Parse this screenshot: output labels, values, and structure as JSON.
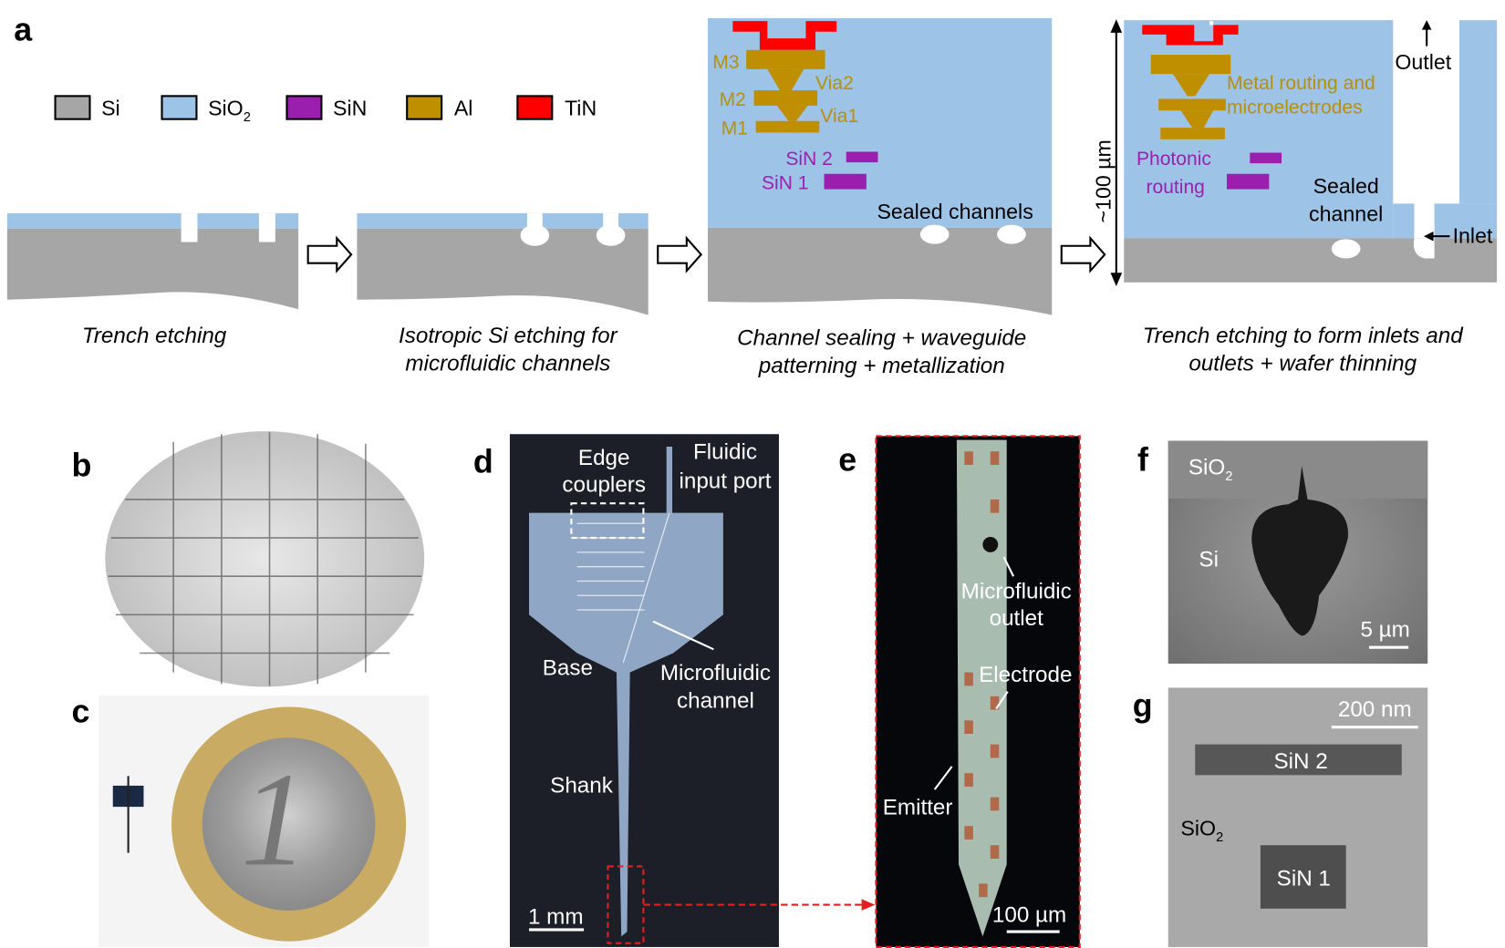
{
  "panels": {
    "a": "a",
    "b": "b",
    "c": "c",
    "d": "d",
    "e": "e",
    "f": "f",
    "g": "g"
  },
  "legend": [
    {
      "label": "Si",
      "color": "#a6a6a6"
    },
    {
      "label": "SiO",
      "sub": "2",
      "color": "#9dc3e6"
    },
    {
      "label": "SiN",
      "color": "#9b1fae"
    },
    {
      "label": "Al",
      "color": "#bf8f00"
    },
    {
      "label": "TiN",
      "color": "#ff0000"
    }
  ],
  "steps": {
    "s1": [
      "Trench etching"
    ],
    "s2": [
      "Isotropic Si etching for",
      "microfluidic channels"
    ],
    "s3": [
      "Channel sealing + waveguide",
      "patterning + metallization"
    ],
    "s4": [
      "Trench etching to form inlets and",
      "outlets + wafer thinning"
    ]
  },
  "step3": {
    "m3": "M3",
    "m2": "M2",
    "m1": "M1",
    "via2": "Via2",
    "via1": "Via1",
    "sin2": "SiN 2",
    "sin1": "SiN 1",
    "sealed": "Sealed channels"
  },
  "step4": {
    "metal": [
      "Metal routing and",
      "microelectrodes"
    ],
    "photonic": [
      "Photonic",
      "routing"
    ],
    "sealed": [
      "Sealed",
      "channel"
    ],
    "outlet": "Outlet",
    "inlet": "Inlet",
    "thickness": "~100 µm"
  },
  "d": {
    "edge": [
      "Edge",
      "couplers"
    ],
    "fluidic": [
      "Fluidic",
      "input port"
    ],
    "base": "Base",
    "channel": [
      "Microfluidic",
      "channel"
    ],
    "shank": "Shank",
    "scale": "1 mm"
  },
  "e": {
    "outlet": [
      "Microfluidic",
      "outlet"
    ],
    "electrode": "Electrode",
    "emitter": "Emitter",
    "scale": "100 µm"
  },
  "f": {
    "sio2": "SiO",
    "sub": "2",
    "si": "Si",
    "scale": "5 µm"
  },
  "g": {
    "scale": "200 nm",
    "sin2": "SiN 2",
    "sin1": "SiN 1",
    "sio2": "SiO",
    "sub": "2"
  }
}
